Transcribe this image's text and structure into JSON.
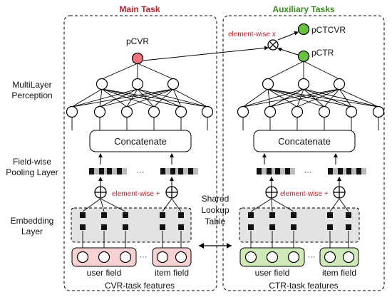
{
  "headers": {
    "main_task": "Main Task",
    "aux_tasks": "Auxiliary Tasks"
  },
  "layers": {
    "mlp_line1": "MultiLayer",
    "mlp_line2": "Perception",
    "pool_line1": "Field-wise",
    "pool_line2": "Pooling Layer",
    "embed_line1": "Embedding",
    "embed_line2": "Layer"
  },
  "outputs": {
    "pcvr": "pCVR",
    "pctr": "pCTR",
    "pctcvr": "pCTCVR",
    "element_wise_x": "element-wise x"
  },
  "boxes": {
    "concat_left": "Concatenate",
    "concat_right": "Concatenate"
  },
  "annotations": {
    "element_wise_plus_left": "element-wise +",
    "element_wise_plus_right": "element-wise +",
    "ellipsis": "···"
  },
  "shared": {
    "line1": "Shared",
    "line2": "Lookup",
    "line3": "Table"
  },
  "fields": {
    "user_left": "user field",
    "item_left": "item field",
    "user_right": "user field",
    "item_right": "item field"
  },
  "features": {
    "cvr": "CVR-task features",
    "ctr": "CTR-task features"
  },
  "colors": {
    "pcvr_node": "#f07480",
    "pctr_node": "#66c23f",
    "cvr_field_fill": "#f8d2d2",
    "ctr_field_fill": "#cfe9b8",
    "embed_fill": "#e4e4e4",
    "main_task": "#c3202b",
    "aux_tasks": "#3a8a1f"
  }
}
